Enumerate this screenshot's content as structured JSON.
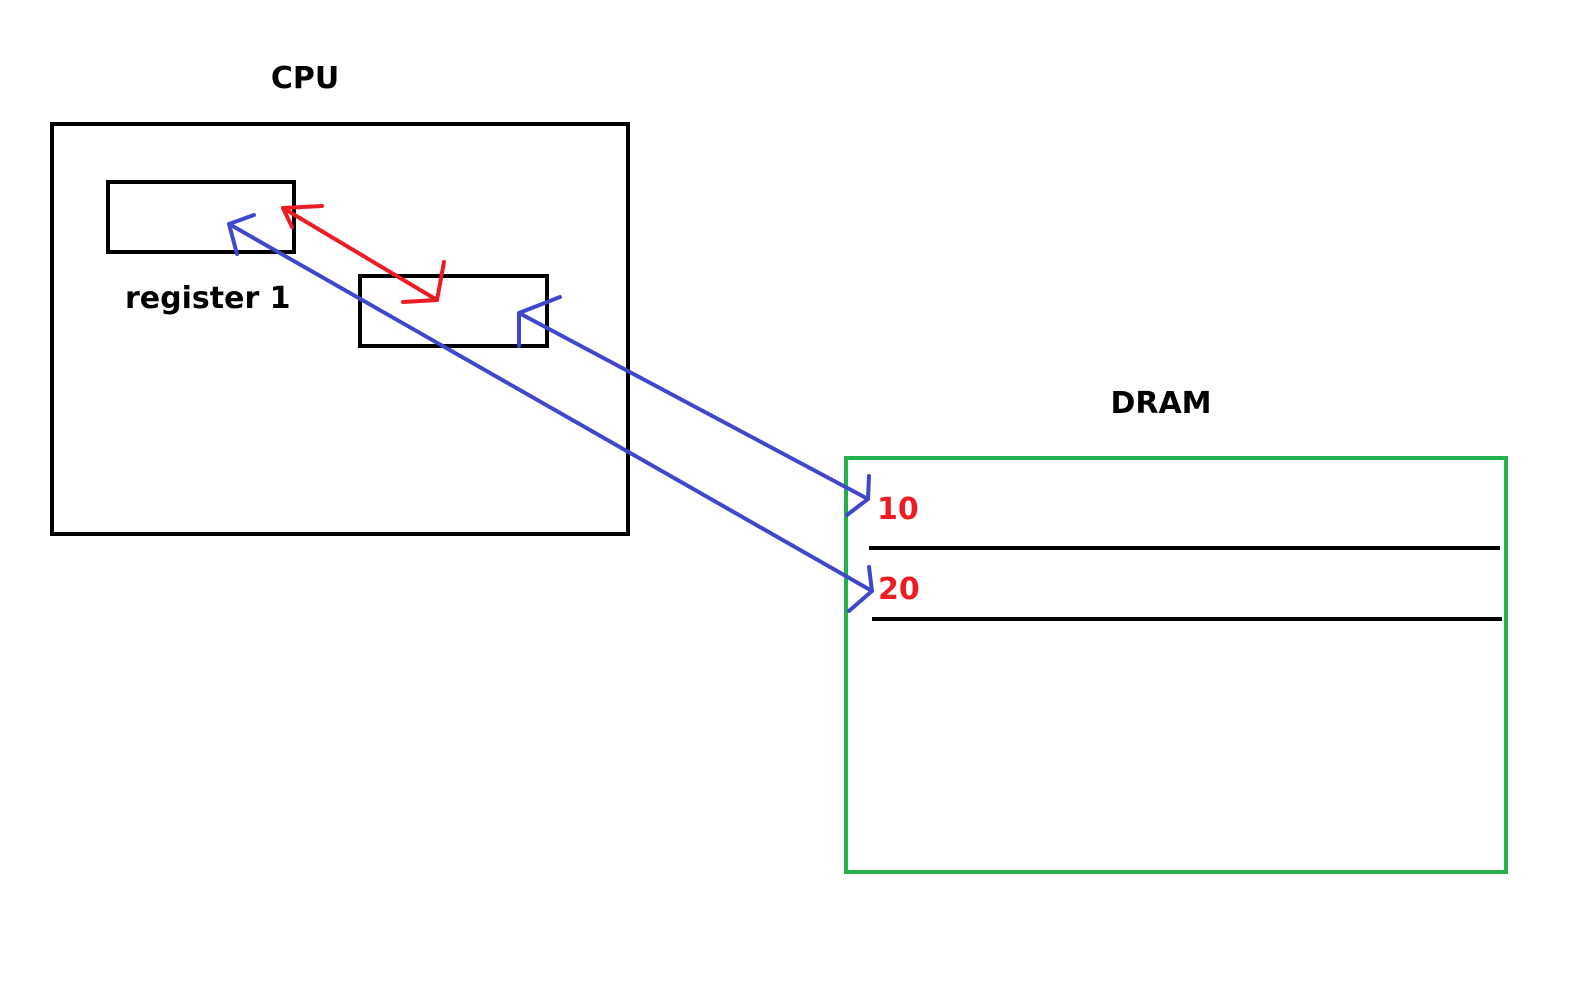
{
  "cpu": {
    "title": "CPU",
    "register_label": "register 1"
  },
  "dram": {
    "title": "DRAM",
    "cells": [
      {
        "value": "10"
      },
      {
        "value": "20"
      }
    ]
  },
  "colors": {
    "outline": "#000000",
    "dram_border": "#22b14c",
    "transfer_arrow": "#3f48cc",
    "internal_arrow": "#ed1c24",
    "value_text": "#ed1c24"
  }
}
